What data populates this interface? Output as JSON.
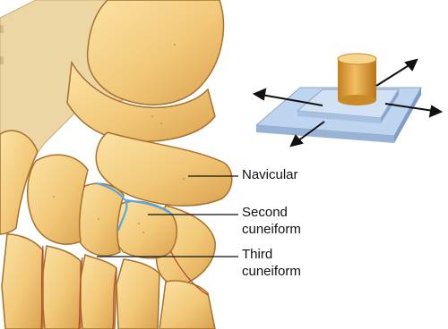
{
  "labels": {
    "navicular": "Navicular",
    "second_cuneiform_line1": "Second",
    "second_cuneiform_line2": "cuneiform",
    "third_cuneiform_line1": "Third",
    "third_cuneiform_line2": "cuneiform"
  },
  "colors": {
    "bone_fill": "#F2C879",
    "bone_shadow": "#D9A24E",
    "bone_outline": "#A8712E",
    "joint_highlight": "#5BA8E0",
    "joint_line_red": "#B5432B",
    "plate_fill": "#BFD4EE",
    "plate_edge": "#8FA7C8",
    "cylinder_fill": "#E5A63A",
    "arrow": "#111111"
  },
  "icons": {
    "joint_model": "plane-joint-model-icon"
  }
}
